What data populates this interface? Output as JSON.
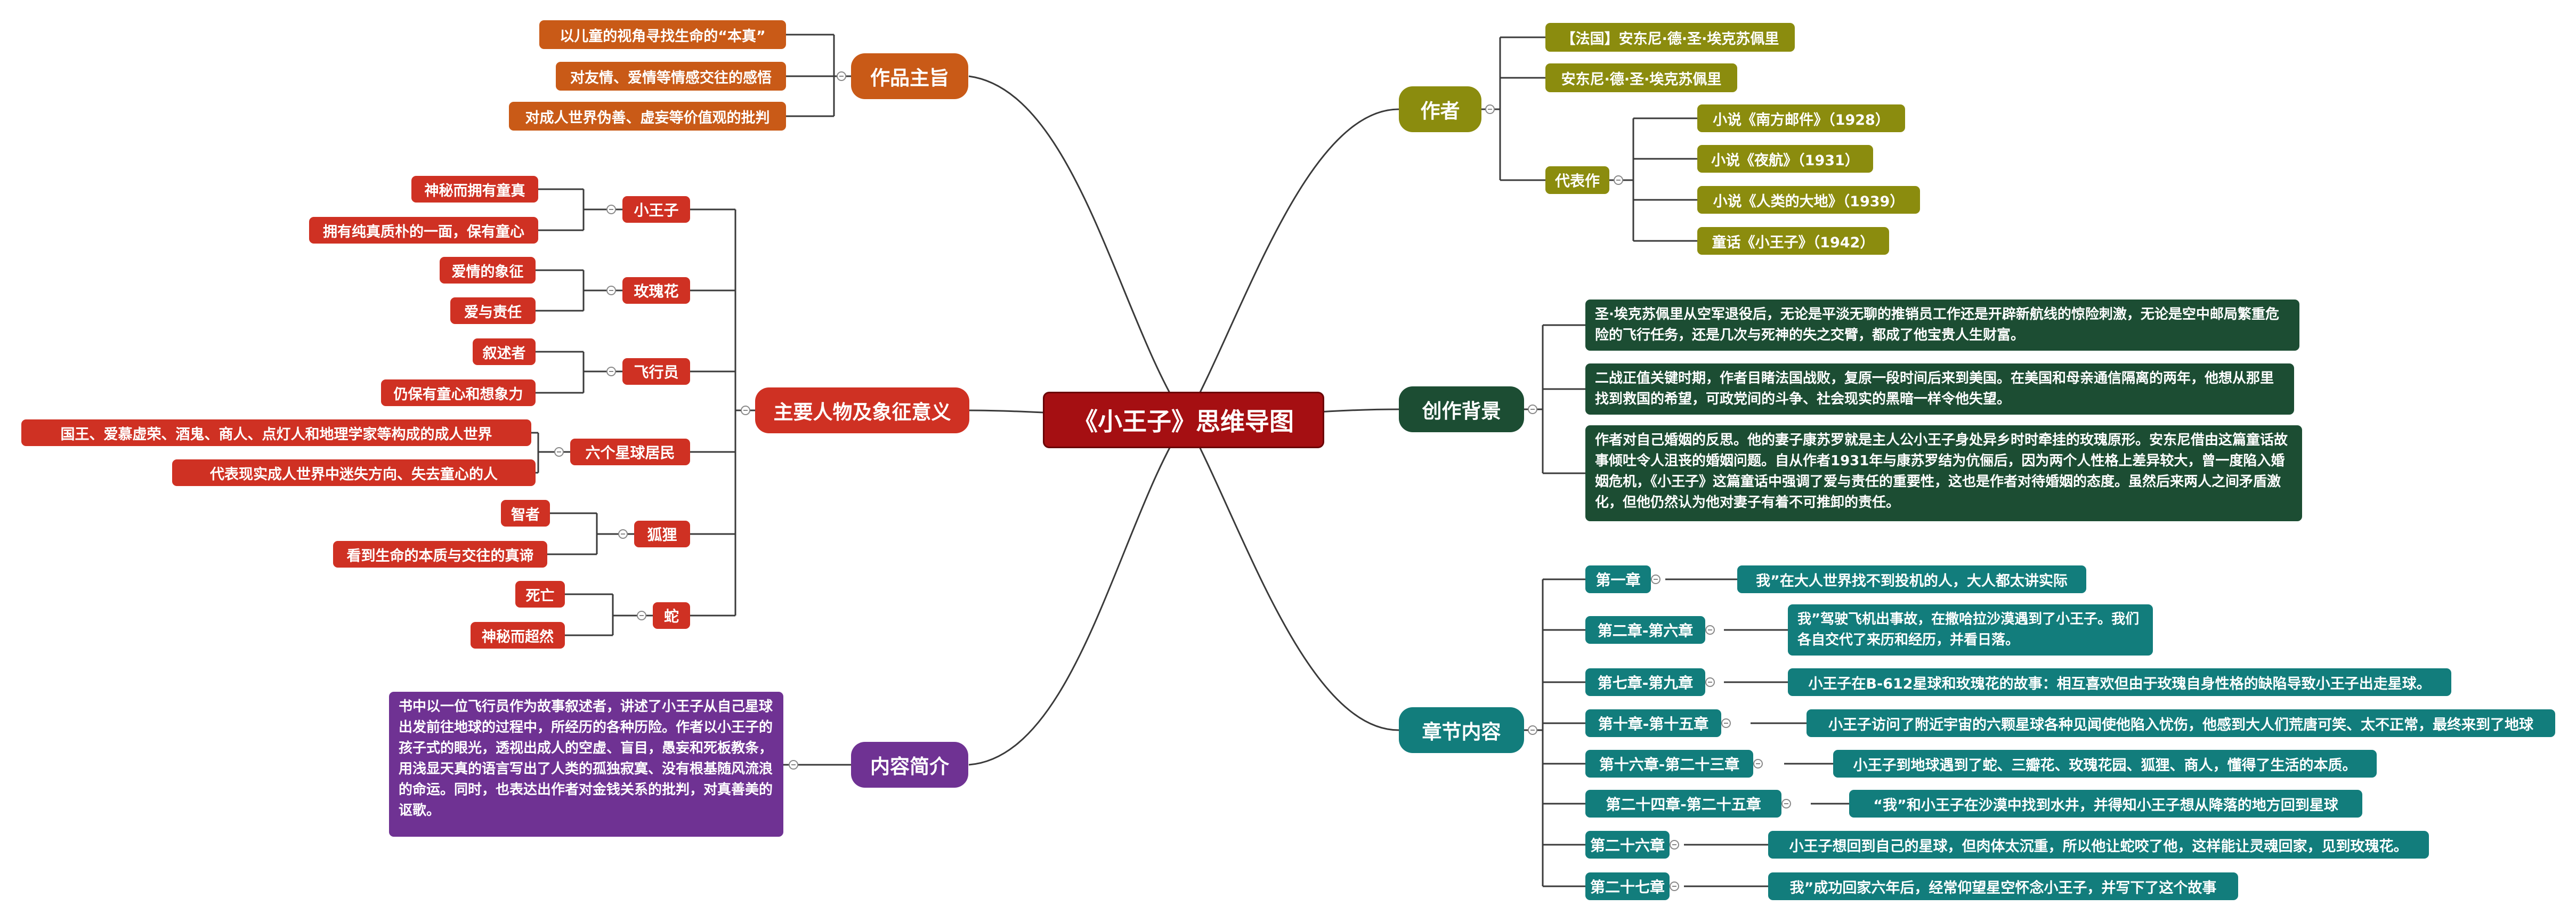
{
  "root": {
    "title": "《小王子》思维导图"
  },
  "theme": {
    "topic": {
      "label": "作品主旨",
      "color": "#c95a17",
      "items": [
        "以儿童的视角寻找生命的“本真”",
        "对友情、爱情等情感交往的感悟",
        "对成人世界伪善、虚妄等价值观的批判"
      ]
    }
  },
  "characters": {
    "label": "主要人物及象征意义",
    "color": "#cf3123",
    "groups": [
      {
        "label": "小王子",
        "items": [
          "神秘而拥有童真",
          "拥有纯真质朴的一面，保有童心"
        ]
      },
      {
        "label": "玫瑰花",
        "items": [
          "爱情的象征",
          "爱与责任"
        ]
      },
      {
        "label": "飞行员",
        "items": [
          "叙述者",
          "仍保有童心和想象力"
        ]
      },
      {
        "label": "六个星球居民",
        "items": [
          "国王、爱慕虚荣、酒鬼、商人、点灯人和地理学家等构成的成人世界",
          "代表现实成人世界中迷失方向、失去童心的人"
        ]
      },
      {
        "label": "狐狸",
        "items": [
          "智者",
          "看到生命的本质与交往的真谛"
        ]
      },
      {
        "label": "蛇",
        "items": [
          "死亡",
          "神秘而超然"
        ]
      }
    ]
  },
  "summary": {
    "label": "内容简介",
    "color": "#6f3293",
    "text": "书中以一位飞行员作为故事叙述者，讲述了小王子从自己星球出发前往地球的过程中，所经历的各种历险。作者以小王子的孩子式的眼光，透视出成人的空虚、盲目，愚妄和死板教条，用浅显天真的语言写出了人类的孤独寂寞、没有根基随风流浪的命运。同时，也表达出作者对金钱关系的批判，对真善美的讴歌。"
  },
  "author": {
    "label": "作者",
    "color": "#8b8c0e",
    "items": [
      "【法国】安东尼·德·圣·埃克苏佩里",
      "安东尼·德·圣·埃克苏佩里"
    ],
    "works": {
      "label": "代表作",
      "items": [
        "小说《南方邮件》（1928）",
        "小说《夜航》（1931）",
        "小说《人类的大地》（1939）",
        "童话《小王子》（1942）"
      ]
    }
  },
  "background": {
    "label": "创作背景",
    "color": "#1c4d33",
    "items": [
      "圣·埃克苏佩里从空军退役后，无论是平淡无聊的推销员工作还是开辟新航线的惊险刺激，无论是空中邮局繁重危险的飞行任务，还是几次与死神的失之交臂，都成了他宝贵人生财富。",
      "二战正值关键时期，作者目睹法国战败，复原一段时间后来到美国。在美国和母亲通信隔离的两年，他想从那里找到救国的希望，可政党间的斗争、社会现实的黑暗一样令他失望。",
      "作者对自己婚姻的反思。他的妻子康苏罗就是主人公小王子身处异乡时时牵挂的玫瑰原形。安东尼借由这篇童话故事倾吐令人沮丧的婚姻问题。自从作者1931年与康苏罗结为伉俪后，因为两个人性格上差异较大，曾一度陷入婚姻危机，《小王子》这篇童话中强调了爱与责任的重要性，这也是作者对待婚姻的态度。虽然后来两人之间矛盾激化，但他仍然认为他对妻子有着不可推卸的责任。"
    ]
  },
  "chapters": {
    "label": "章节内容",
    "color": "#127d7c",
    "items": [
      {
        "label": "第一章",
        "text": "我”在大人世界找不到投机的人，大人都太讲实际"
      },
      {
        "label": "第二章-第六章",
        "text": "我”驾驶飞机出事故，在撒哈拉沙漠遇到了小王子。我们各自交代了来历和经历，并看日落。"
      },
      {
        "label": "第七章-第九章",
        "text": "小王子在B-612星球和玫瑰花的故事：相互喜欢但由于玫瑰自身性格的缺陷导致小王子出走星球。"
      },
      {
        "label": "第十章-第十五章",
        "text": "小王子访问了附近宇宙的六颗星球各种见闻使他陷入忧伤，他感到大人们荒唐可笑、太不正常，最终来到了地球"
      },
      {
        "label": "第十六章-第二十三章",
        "text": "小王子到地球遇到了蛇、三瓣花、玫瑰花园、狐狸、商人，懂得了生活的本质。"
      },
      {
        "label": "第二十四章-第二十五章",
        "text": "“我”和小王子在沙漠中找到水井，并得知小王子想从降落的地方回到星球"
      },
      {
        "label": "第二十六章",
        "text": "小王子想回到自己的星球，但肉体太沉重，所以他让蛇咬了他，这样能让灵魂回家，见到玫瑰花。"
      },
      {
        "label": "第二十七章",
        "text": "我”成功回家六年后，经常仰望星空怀念小王子，并写下了这个故事"
      }
    ]
  }
}
